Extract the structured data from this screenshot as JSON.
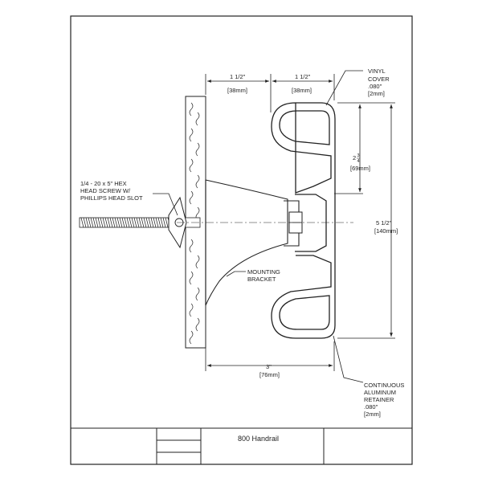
{
  "title_block": {
    "title": "800 Handrail"
  },
  "dimensions": {
    "top_left": {
      "imperial": "1 1/2\"",
      "metric": "[38mm]"
    },
    "top_right": {
      "imperial": "1 1/2\"",
      "metric": "[38mm]"
    },
    "height_inner": {
      "whole": "2",
      "num": "3",
      "den": "4",
      "metric": "[69mm]"
    },
    "height_total": {
      "imperial": "5 1/2\"",
      "metric": "[140mm]"
    },
    "depth": {
      "imperial": "3\"",
      "metric": "[76mm]"
    }
  },
  "callouts": {
    "vinyl_cover": [
      "VINYL",
      "COVER",
      ".080\"",
      "[2mm]"
    ],
    "screw": [
      "1/4 - 20 x 5\" HEX",
      "HEAD SCREW W/",
      "PHILLIPS HEAD SLOT"
    ],
    "bracket": [
      "MOUNTING",
      "BRACKET"
    ],
    "retainer": [
      "CONTINUOUS",
      "ALUMINUM",
      "RETAINER",
      ".080\"",
      "[2mm]"
    ]
  }
}
